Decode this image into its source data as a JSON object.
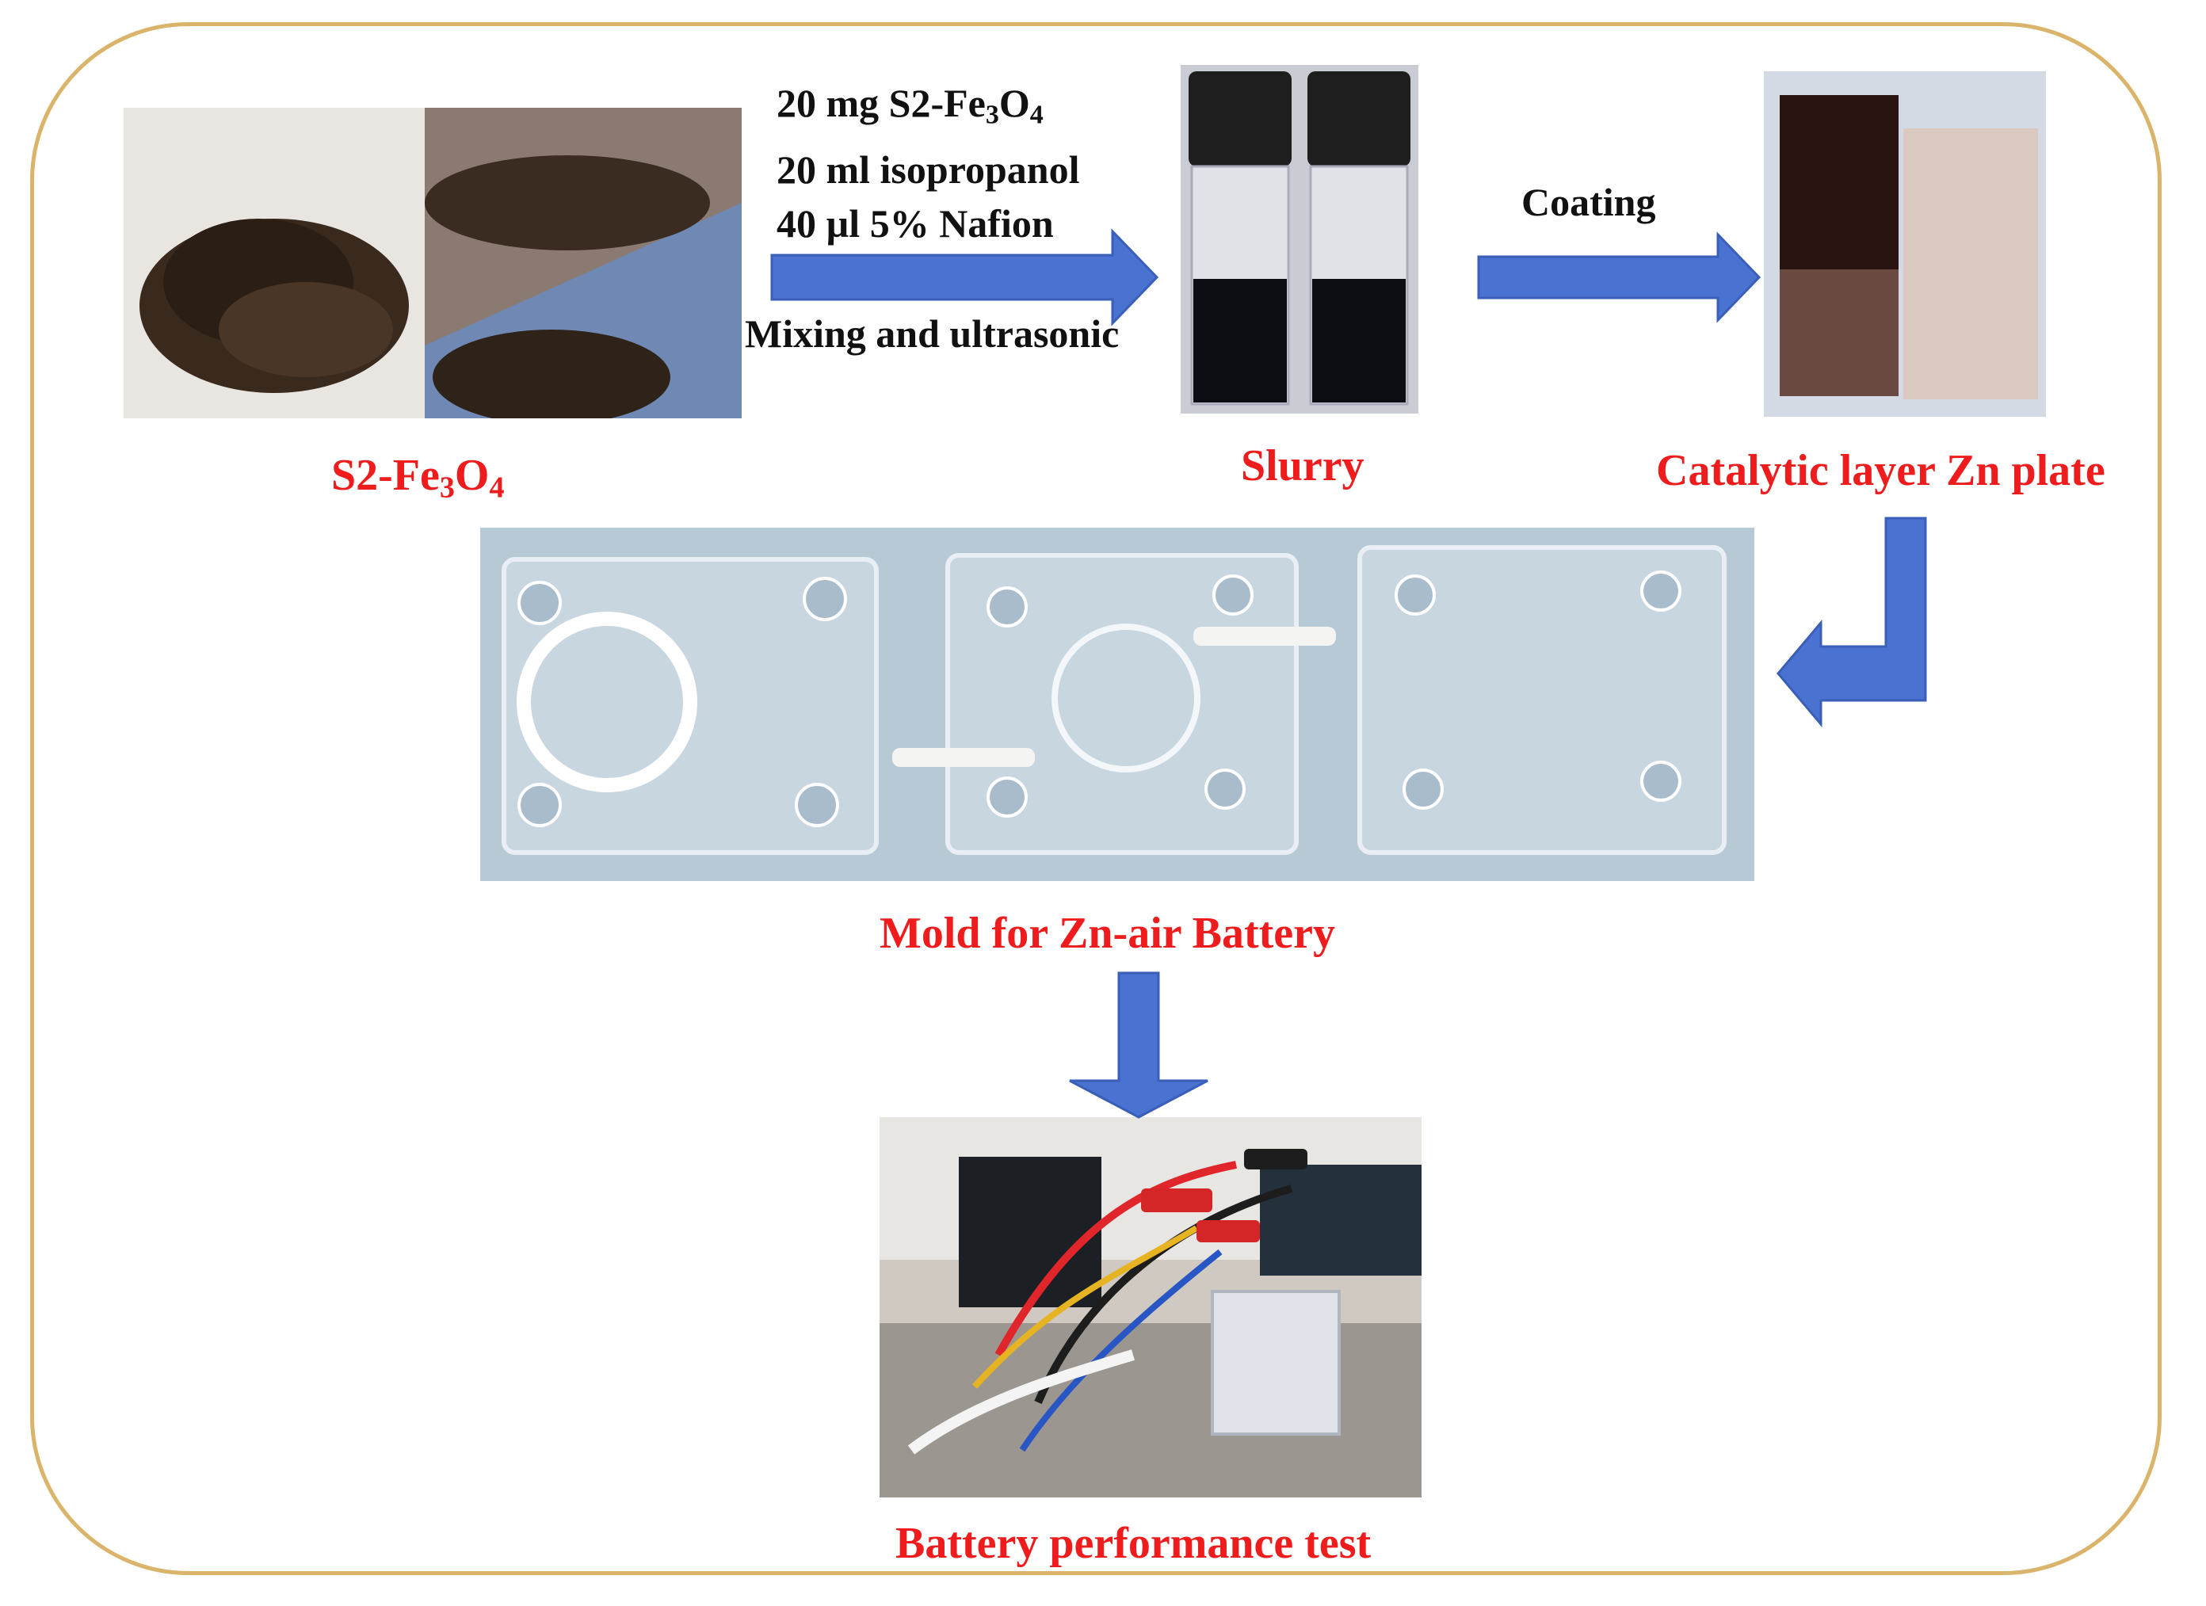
{
  "diagram": {
    "labels": {
      "powder_prefix": "S2-Fe",
      "powder_sub1": "3",
      "powder_mid": "O",
      "powder_sub2": "4",
      "slurry": "Slurry",
      "zn_plate": "Catalytic layer Zn plate",
      "mold": "Mold for Zn-air Battery",
      "battery": "Battery performance test"
    },
    "recipe": {
      "line1_prefix": "20 mg S2-Fe",
      "line1_sub1": "3",
      "line1_mid": "O",
      "line1_sub2": "4",
      "line2": "20 ml isopropanol",
      "line3": "40 µl 5% Nafion"
    },
    "step_mixing": "Mixing and ultrasonic",
    "step_coating": "Coating",
    "colors": {
      "frame": "#d9b46a",
      "arrow": "#4a72d0",
      "label_red": "#ee1c1c"
    }
  }
}
